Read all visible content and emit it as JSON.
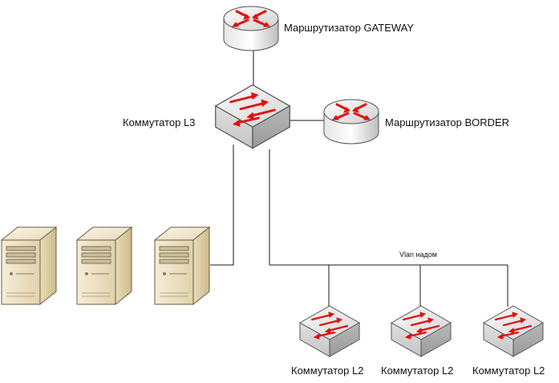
{
  "devices": {
    "router_gateway": {
      "label": "Маршрутизатор GATEWAY",
      "icon": "router-icon"
    },
    "router_border": {
      "label": "Маршрутизатор  BORDER",
      "icon": "router-icon"
    },
    "switch_l3": {
      "label": "Коммутатор L3",
      "icon": "switch-l3-icon"
    },
    "switch_l2": [
      {
        "label": "Коммутатор L2",
        "icon": "switch-l2-icon"
      },
      {
        "label": "Коммутатор L2",
        "icon": "switch-l2-icon"
      },
      {
        "label": "Коммутатор L2",
        "icon": "switch-l2-icon"
      }
    ],
    "servers": [
      {
        "icon": "server-icon"
      },
      {
        "icon": "server-icon"
      },
      {
        "icon": "server-icon"
      }
    ]
  },
  "vlan_label": "Vlan надом",
  "colors": {
    "line": "#1a1a1a",
    "router_body": "#dcdcdc",
    "switch_body": "#d6d6d6",
    "arrow": "#e01010",
    "server_body": "#e8dcc0"
  }
}
